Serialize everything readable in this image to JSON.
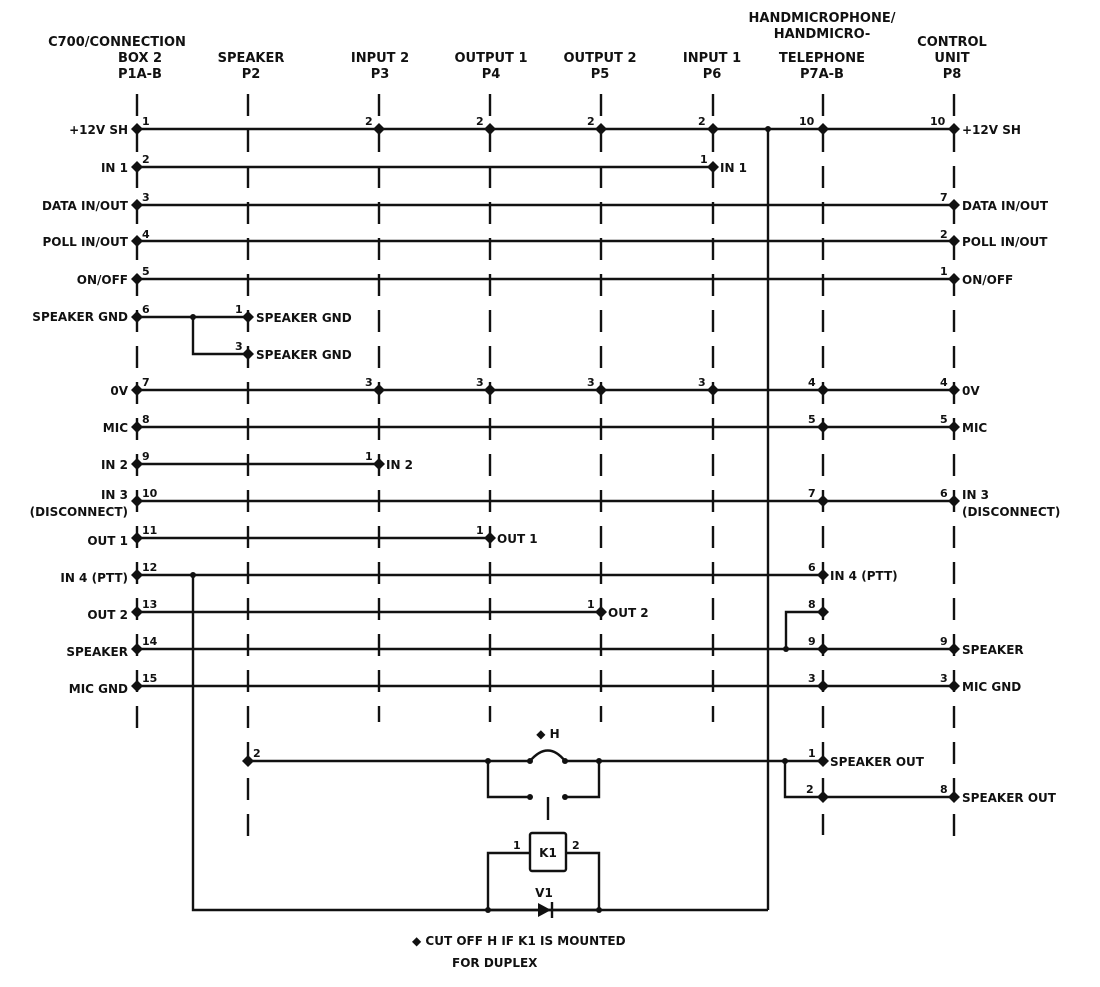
{
  "diagram": {
    "connectors": [
      {
        "id": "P1",
        "title_lines": [
          "C700/CONNECTION",
          "BOX 2",
          "P1A-B"
        ]
      },
      {
        "id": "P2",
        "title_lines": [
          "SPEAKER",
          "P2"
        ]
      },
      {
        "id": "P3",
        "title_lines": [
          "INPUT 2",
          "P3"
        ]
      },
      {
        "id": "P4",
        "title_lines": [
          "OUTPUT 1",
          "P4"
        ]
      },
      {
        "id": "P5",
        "title_lines": [
          "OUTPUT 2",
          "P5"
        ]
      },
      {
        "id": "P6",
        "title_lines": [
          "INPUT 1",
          "P6"
        ]
      },
      {
        "id": "P7",
        "title_lines": [
          "HANDMICROPHONE/",
          "HANDMICRO-",
          "TELEPHONE",
          "P7A-B"
        ]
      },
      {
        "id": "P8",
        "title_lines": [
          "CONTROL",
          "UNIT",
          "P8"
        ]
      }
    ],
    "left_signals": [
      {
        "pin": "1",
        "label": "+12V SH"
      },
      {
        "pin": "2",
        "label": "IN 1"
      },
      {
        "pin": "3",
        "label": "DATA IN/OUT"
      },
      {
        "pin": "4",
        "label": "POLL IN/OUT"
      },
      {
        "pin": "5",
        "label": "ON/OFF"
      },
      {
        "pin": "6",
        "label": "SPEAKER GND"
      },
      {
        "pin": "7",
        "label": "0V"
      },
      {
        "pin": "8",
        "label": "MIC"
      },
      {
        "pin": "9",
        "label": "IN 2"
      },
      {
        "pin": "10",
        "label": "IN 3",
        "label2": "(DISCONNECT)"
      },
      {
        "pin": "11",
        "label": "OUT 1"
      },
      {
        "pin": "12",
        "label": "IN 4 (PTT)"
      },
      {
        "pin": "13",
        "label": "OUT 2"
      },
      {
        "pin": "14",
        "label": "SPEAKER"
      },
      {
        "pin": "15",
        "label": "MIC GND"
      }
    ],
    "end_labels": {
      "p6_in1": "IN 1",
      "p2_spk_gnd_1": "SPEAKER GND",
      "p2_spk_gnd_3": "SPEAKER GND",
      "p3_in2": "IN 2",
      "p4_out1": "OUT 1",
      "p5_out2": "OUT 2",
      "p7_in4": "IN 4 (PTT)",
      "p7_spk_out": "SPEAKER OUT",
      "p8_12v": "+12V SH",
      "p8_data": "DATA IN/OUT",
      "p8_poll": "POLL IN/OUT",
      "p8_onoff": "ON/OFF",
      "p8_0v": "0V",
      "p8_mic": "MIC",
      "p8_in3": "IN 3",
      "p8_in3b": "(DISCONNECT)",
      "p8_speaker": "SPEAKER",
      "p8_micgnd": "MIC GND",
      "p8_spk_out": "SPEAKER OUT"
    },
    "pins": {
      "p3_12v": "2",
      "p4_12v": "2",
      "p5_12v": "2",
      "p6_12v": "2",
      "p7_12v": "10",
      "p8_12v": "10",
      "p6_in1": "1",
      "p8_data": "7",
      "p8_poll": "2",
      "p8_onoff": "1",
      "p2_gnd_a": "1",
      "p2_gnd_b": "3",
      "p3_0v": "3",
      "p4_0v": "3",
      "p5_0v": "3",
      "p6_0v": "3",
      "p7_0v": "4",
      "p8_0v": "4",
      "p7_mic": "5",
      "p8_mic": "5",
      "p3_in2": "1",
      "p7_in3": "7",
      "p8_in3": "6",
      "p4_out1": "1",
      "p7_in4": "6",
      "p5_out2": "1",
      "p7_8": "8",
      "p7_9": "9",
      "p8_spk": "9",
      "p7_micgnd": "3",
      "p8_micgnd": "3",
      "p2_spk": "2",
      "p7_spkout1": "1",
      "p7_spkout2": "2",
      "p8_spkout": "8"
    },
    "components": {
      "h_label": "◆ H",
      "relay_label": "K1",
      "relay_pin1": "1",
      "relay_pin2": "2",
      "diode_label": "V1"
    },
    "footnote": {
      "line1": "◆ CUT OFF H IF K1 IS MOUNTED",
      "line2": "FOR DUPLEX"
    }
  }
}
